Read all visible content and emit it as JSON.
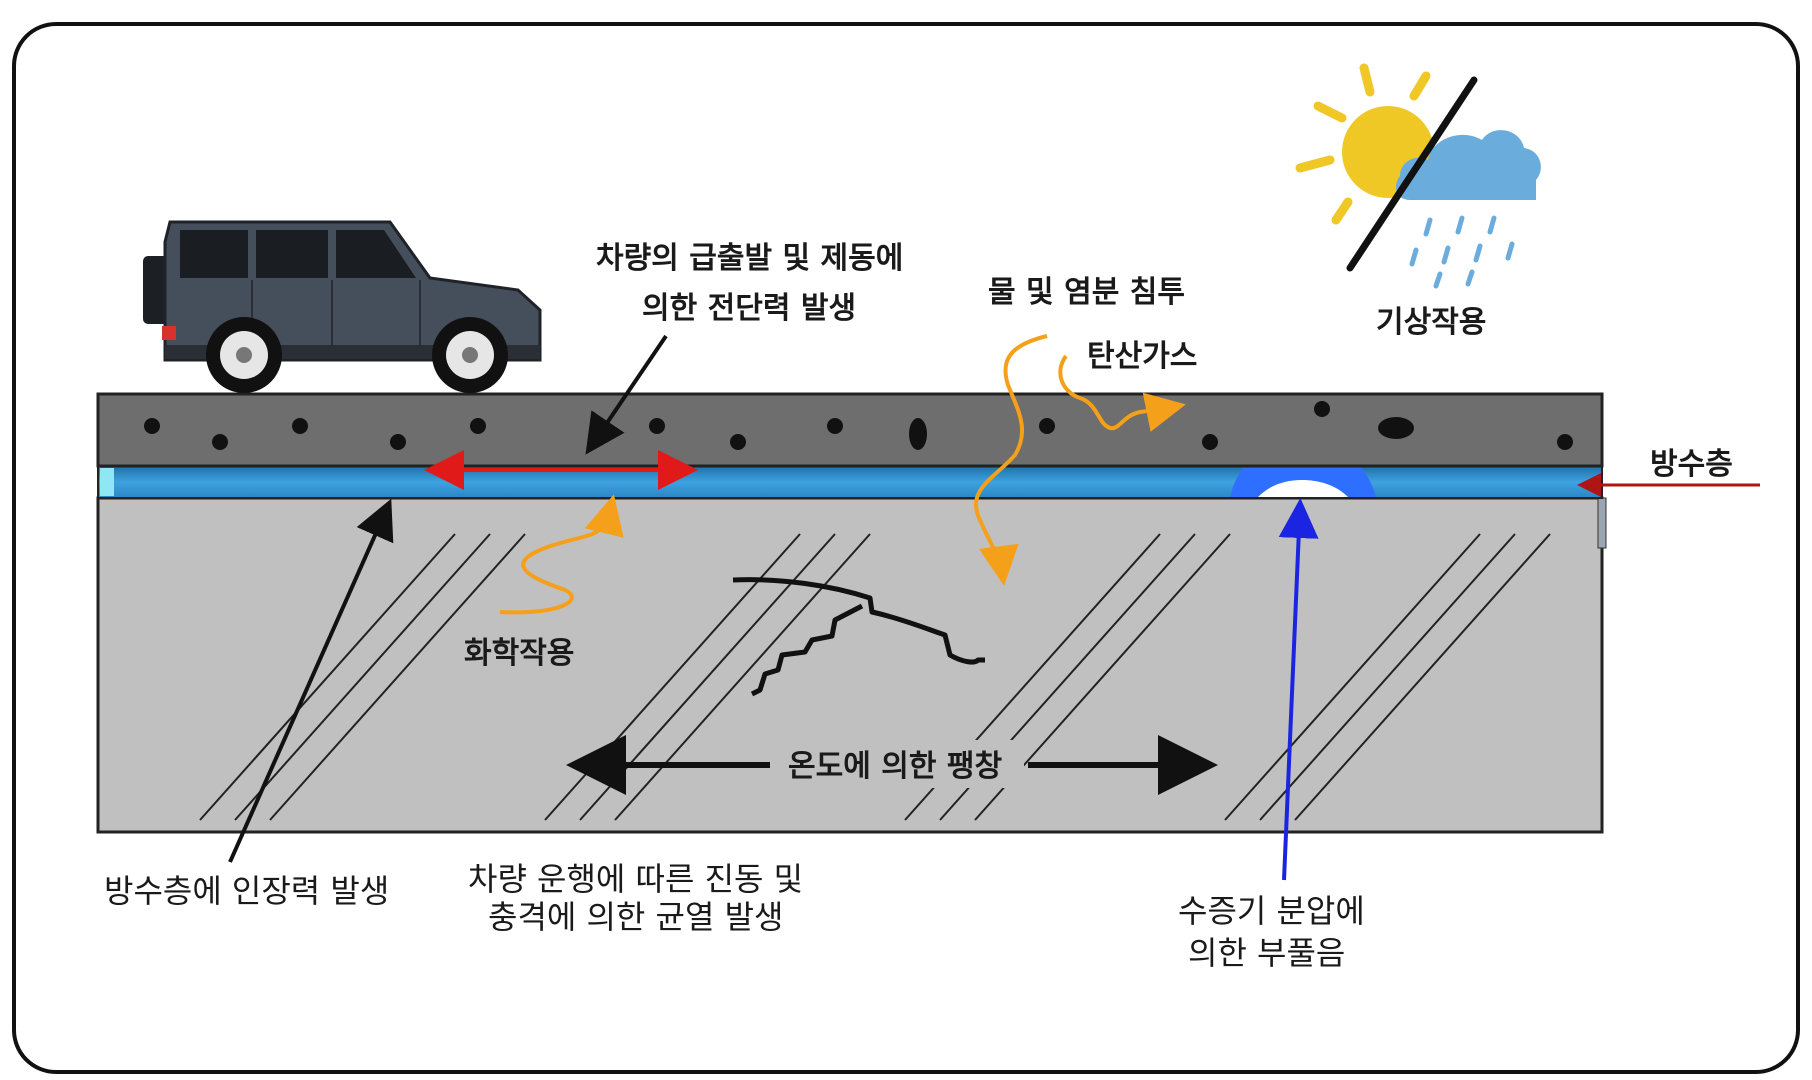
{
  "labels": {
    "shear_line1": "차량의 급출발 및 제동에",
    "shear_line2": "의한 전단력 발생",
    "water_salt": "물 및 염분 침투",
    "carbonation": "탄산가스",
    "weathering": "기상작용",
    "waterproof_layer": "방수층",
    "chemical": "화학작용",
    "thermal": "온도에 의한 팽창",
    "tension": "방수층에 인장력 발생",
    "vibration_line1": "차량 운행에 따른 진동 및",
    "vibration_line2": "충격에 의한 균열 발생",
    "vapor_line1": "수증기 분압에",
    "vapor_line2": "의한  부풀음"
  },
  "colors": {
    "asphalt": "#6e6e6e",
    "waterproof": "#3ea2e0",
    "concrete": "#c0c0c0",
    "shear_arrow": "#e01919",
    "orange_arrow": "#f5a01a",
    "vapor_arrow": "#1b24e0",
    "blister": "#2f6fff",
    "sun": "#f0c825",
    "cloud": "#6aaddd",
    "car_body": "#454f5c"
  },
  "icons": [
    "car-icon",
    "sun-icon",
    "rain-cloud-icon"
  ]
}
